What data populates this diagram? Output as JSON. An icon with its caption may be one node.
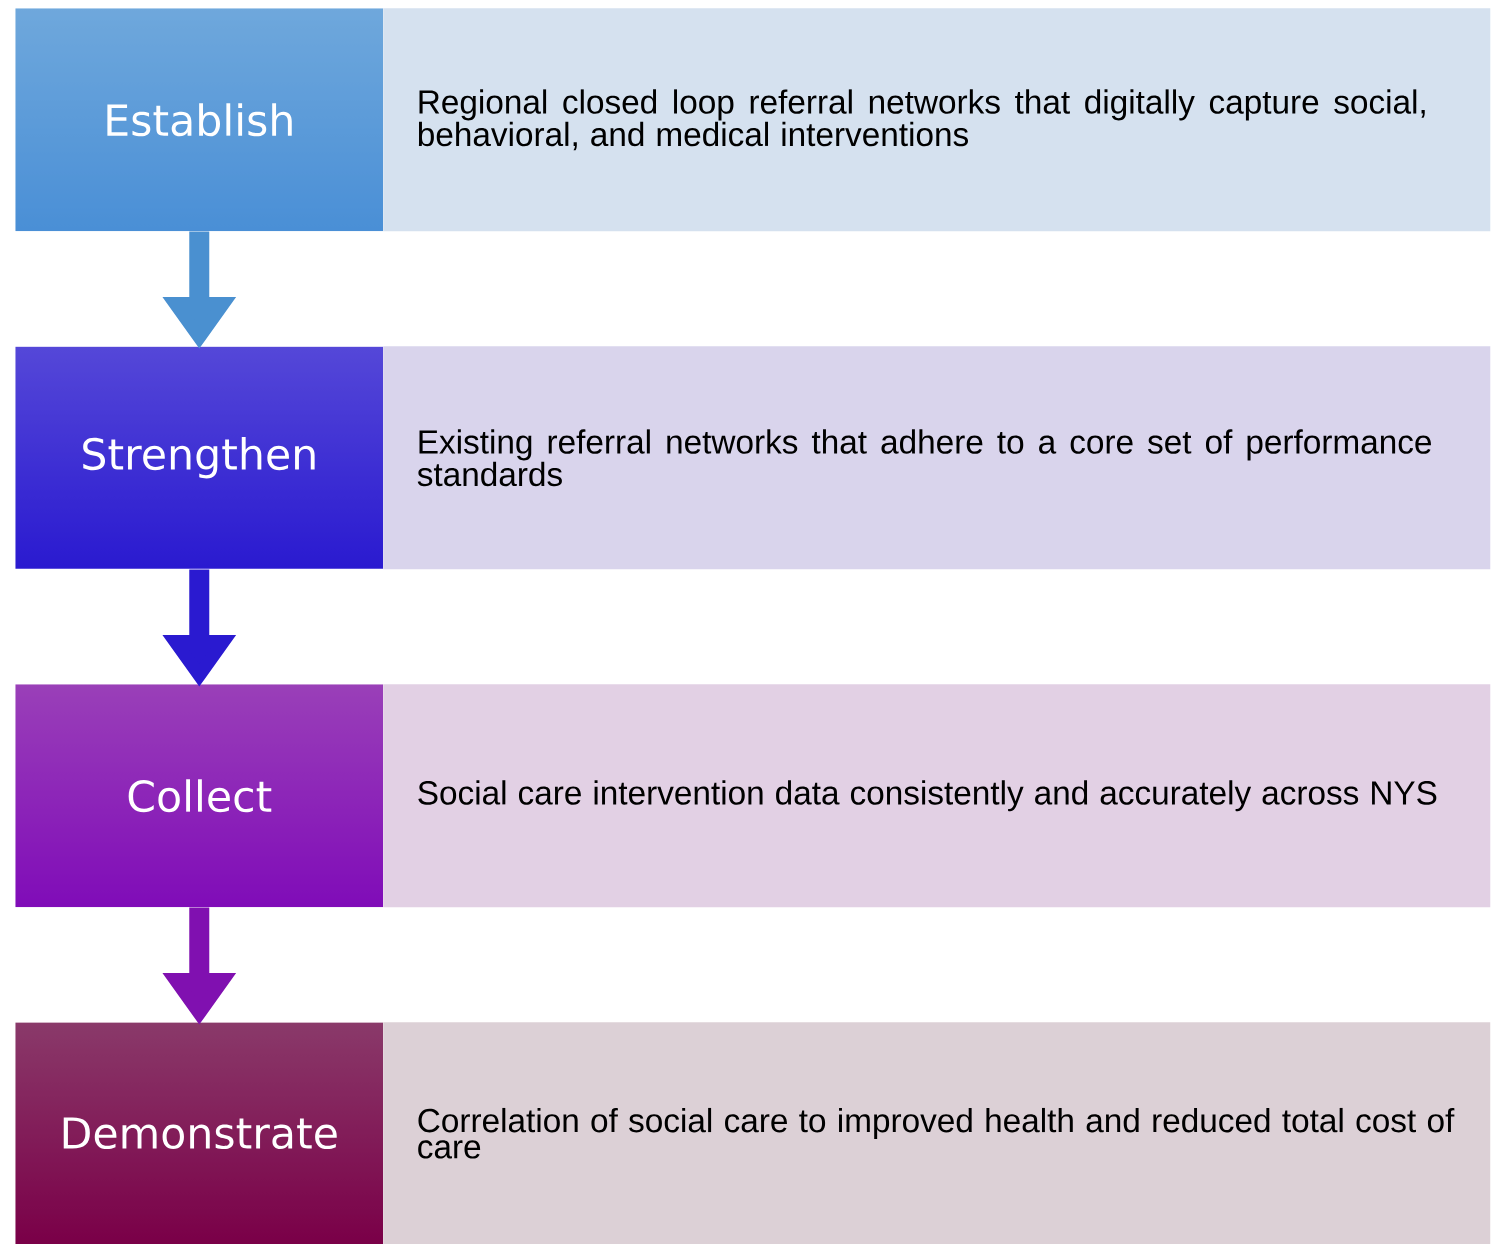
{
  "diagram": {
    "nodes": [
      {
        "text": [
          "Establish"
        ]
      },
      {
        "text": [
          "Regional closed loop referral networks that digitally capture social, behavioral, and medical interventions"
        ]
      },
      {
        "text": [
          "Strengthen"
        ]
      },
      {
        "text": [
          "Existing referral networks that adhere to a core set of performance standards"
        ]
      },
      {
        "text": [
          "Collect"
        ]
      },
      {
        "text": [
          "Social care intervention data consistently and accurately across NYS"
        ]
      },
      {
        "text": [
          "Demonstrate"
        ]
      },
      {
        "text": [
          "Correlation of social care to improved health and reduced total cost of care"
        ]
      }
    ],
    "edges": [
      {
        "from": 0,
        "to": 2,
        "arrow": "to",
        "color": "#4a90d0"
      },
      {
        "from": 2,
        "to": 4,
        "arrow": "to",
        "color": "#2a1ad0"
      },
      {
        "from": 4,
        "to": 6,
        "arrow": "to",
        "color": "#8010b0"
      }
    ]
  }
}
